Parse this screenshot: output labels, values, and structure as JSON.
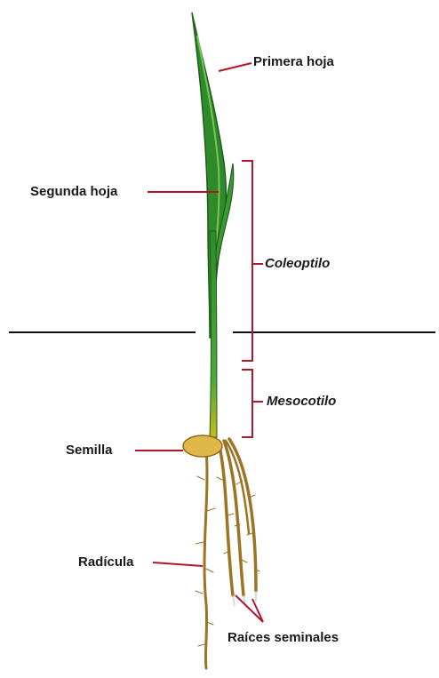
{
  "labels": {
    "first_leaf": "Primera hoja",
    "second_leaf": "Segunda hoja",
    "coleoptile": "Coleoptilo",
    "mesocotyl": "Mesocotilo",
    "seed": "Semilla",
    "radicle": "Radícula",
    "seminal_roots": "Raíces seminales"
  },
  "colors": {
    "leaf_dark": "#1f6b1f",
    "leaf_light": "#46a83a",
    "stem_yellow": "#c8b81e",
    "seed": "#e0b84a",
    "root": "#a8802a",
    "pointer": "#b0182a",
    "soil_line": "#111111"
  }
}
